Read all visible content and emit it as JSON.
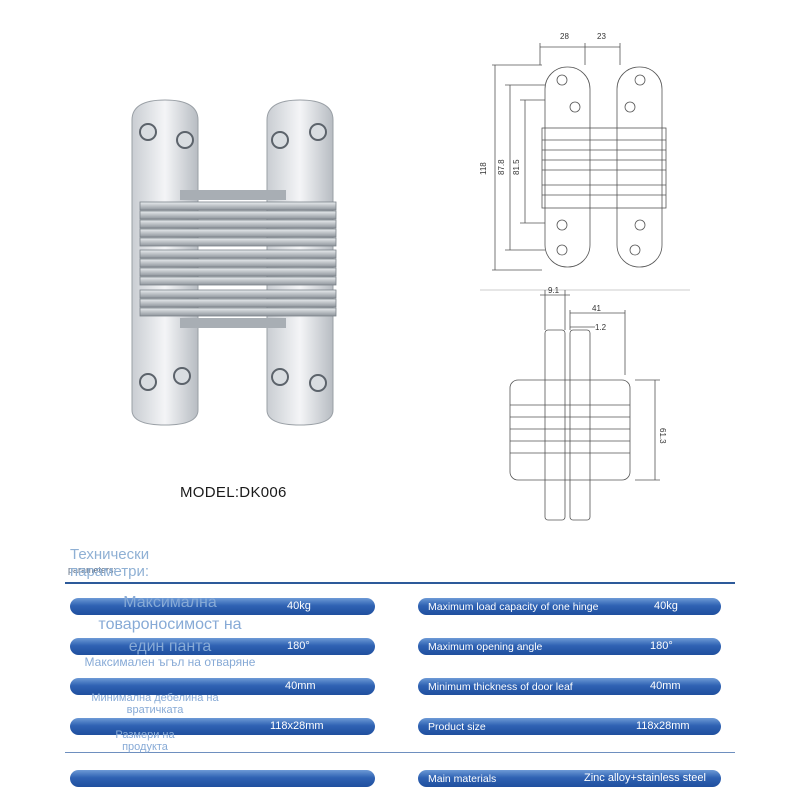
{
  "model": "MODEL:DK006",
  "params_title": "parameters:",
  "params_title_bg": "Технически параметри:",
  "dimensions": {
    "top_28": "28",
    "top_23": "23",
    "left_118": "118",
    "left_87_8": "87.8",
    "left_81_5": "81.5",
    "top_9_1": "9.1",
    "top_41": "41",
    "top_1_2": "1.2",
    "right_61_3": "61.3"
  },
  "left_values": [
    "40kg",
    "180°",
    "40mm",
    "118x28mm",
    ""
  ],
  "left_overlays": [
    "Максимална товароносимост на един панта",
    "Максимален ъгъл на отваряне",
    "Минимална дебелина на вратичката",
    "Размери на продукта"
  ],
  "right_rows": [
    {
      "label": "Maximum load capacity of one hinge",
      "value": "40kg"
    },
    {
      "label": "Maximum opening angle",
      "value": "180°"
    },
    {
      "label": "Minimum thickness of door leaf",
      "value": "40mm"
    },
    {
      "label": "Product size",
      "value": "118x28mm"
    },
    {
      "label": "Main materials",
      "value": "Zinc alloy+stainless steel"
    }
  ],
  "colors": {
    "bar": "#2f62b3",
    "rule": "#2d5a9a",
    "overlay": "#87aad6"
  }
}
